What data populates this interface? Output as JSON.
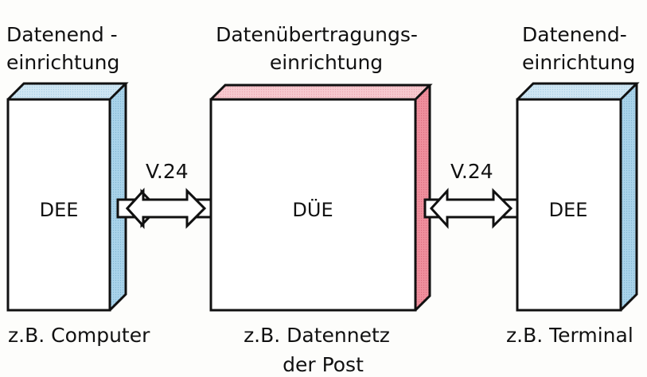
{
  "diagram": {
    "left": {
      "title_line1": "Datenend -",
      "title_line2": "einrichtung",
      "box_label": "DEE",
      "caption_line1": "z.B. Computer",
      "side_color": "#a9d3ea",
      "top_color": "#cfe6f3"
    },
    "middle": {
      "title_line1": "Datenübertragungs-",
      "title_line2": "einrichtung",
      "box_label": "DÜE",
      "caption_line1": "z.B. Datennetz",
      "caption_line2": "der Post",
      "side_color": "#ef8f9d",
      "top_color": "#f7c9cf"
    },
    "right": {
      "title_line1": "Datenend-",
      "title_line2": "einrichtung",
      "box_label": "DEE",
      "caption_line1": "z.B. Terminal",
      "side_color": "#a9d3ea",
      "top_color": "#cfe6f3"
    },
    "links": [
      {
        "label": "V.24"
      },
      {
        "label": "V.24"
      }
    ]
  }
}
